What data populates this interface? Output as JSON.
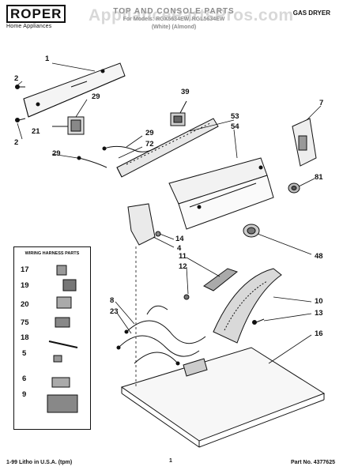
{
  "brand": {
    "name": "ROPER",
    "subtitle": "Home Appliances"
  },
  "header": {
    "title": "TOP AND CONSOLE PARTS",
    "model_line": "For Models: RGX5634EW, RGL5634EW",
    "color_line": "(White)     (Almond)"
  },
  "watermark": "AppliancePartsPros.com",
  "doc_type": "GAS DRYER",
  "inset_box": {
    "title": "WIRING HARNESS PARTS",
    "items": [
      "17",
      "19",
      "20",
      "75",
      "18",
      "5",
      "6",
      "9"
    ]
  },
  "callouts": {
    "c1": "1",
    "c2a": "2",
    "c29a": "29",
    "c2b": "2",
    "c21": "21",
    "c39": "39",
    "c53": "53",
    "c54": "54",
    "c7": "7",
    "c29b": "29",
    "c72": "72",
    "c29c": "29",
    "c81": "81",
    "c14": "14",
    "c4": "4",
    "c48": "48",
    "c11": "11",
    "c12": "12",
    "c8": "8",
    "c23": "23",
    "c10": "10",
    "c13": "13",
    "c16": "16"
  },
  "footer": {
    "left": "1-99 Litho in U.S.A. (tpm)",
    "center": "1",
    "right": "Part No. 4377625"
  },
  "colors": {
    "ink": "#111111",
    "watermark": "#a9a9a9",
    "paper": "#ffffff"
  }
}
